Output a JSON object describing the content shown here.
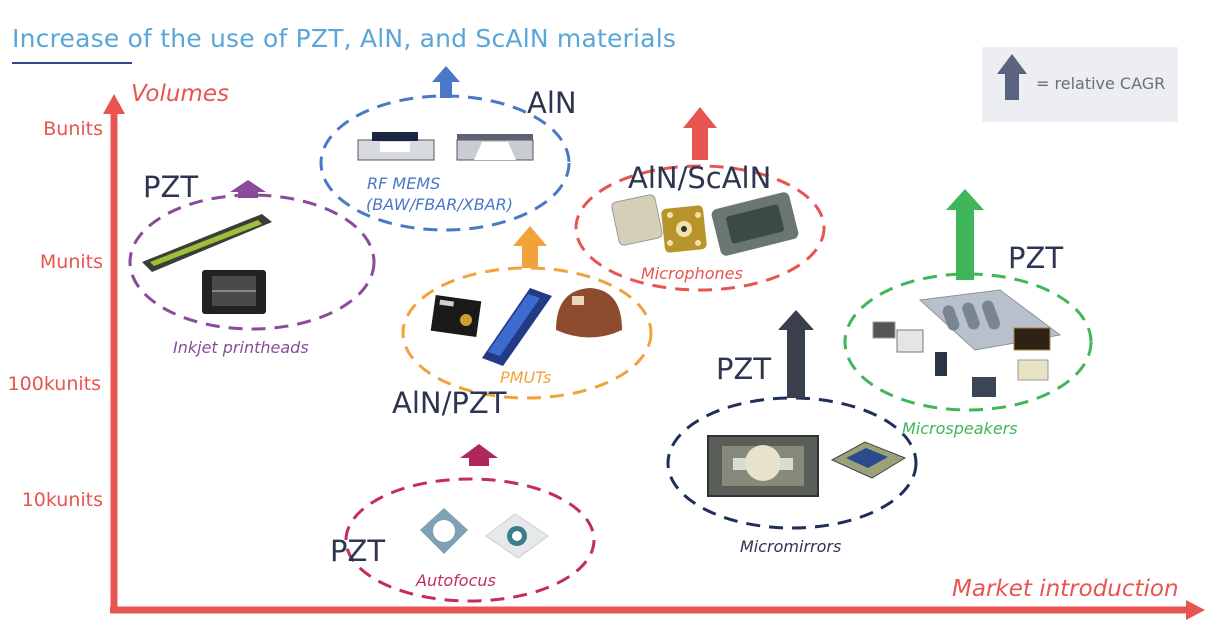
{
  "title": "Increase of the use of PZT, AlN, and ScAlN materials",
  "y_axis_label": "Volumes",
  "x_axis_label": "Market introduction",
  "y_ticks": [
    "Bunits",
    "Munits",
    "100kunits",
    "10kunits"
  ],
  "legend": {
    "text": "= relative CAGR",
    "icon": "up-arrow-icon",
    "color": "#5a6480"
  },
  "groups": [
    {
      "category": "RF MEMS\n(BAW/FBAR/XBAR)",
      "category_line1": "RF MEMS",
      "category_line2": "(BAW/FBAR/XBAR)",
      "material": "AlN",
      "color": "#4a78c8"
    },
    {
      "category": "Inkjet printheads",
      "material": "PZT",
      "color": "#8a4c9a"
    },
    {
      "category": "Microphones",
      "material": "AlN/ScAlN",
      "color": "#e8544f"
    },
    {
      "category": "PMUTs",
      "material": "AlN/PZT",
      "color": "#f2a23a"
    },
    {
      "category": "Microspeakers",
      "material": "PZT",
      "color": "#3fb65a"
    },
    {
      "category": "Micromirrors",
      "material": "PZT",
      "color": "#1f2f5a"
    },
    {
      "category": "Autofocus",
      "material": "PZT",
      "color": "#c22e5c"
    }
  ],
  "colors": {
    "axis": "#e8544f",
    "title": "#5aa6d8",
    "legend_bg": "#eceef1"
  }
}
